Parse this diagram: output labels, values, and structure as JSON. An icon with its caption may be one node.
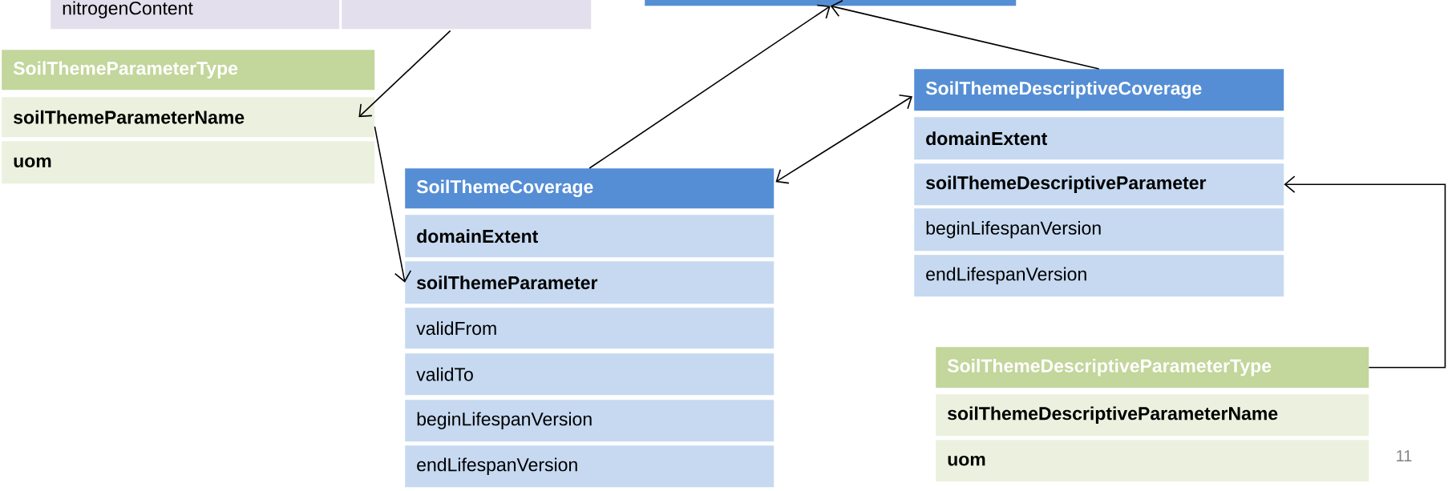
{
  "diagram": {
    "nodes": [
      {
        "text": [
          "nitrogenContent"
        ]
      },
      {
        "text": [],
        "shape": "box"
      },
      {
        "text": [],
        "shape": "box"
      },
      {
        "text": [
          "SoilThemeParameterType"
        ]
      },
      {
        "text": [
          "soilThemeParameterName"
        ]
      },
      {
        "text": [
          "uom"
        ]
      },
      {
        "text": [
          "SoilThemeCoverage"
        ]
      },
      {
        "text": [
          "domainExtent"
        ]
      },
      {
        "text": [
          "soilThemeParameter"
        ]
      },
      {
        "text": [
          "validFrom"
        ]
      },
      {
        "text": [
          "validTo"
        ]
      },
      {
        "text": [
          "beginLifespanVersion"
        ]
      },
      {
        "text": [
          "endLifespanVersion"
        ]
      },
      {
        "text": [
          "SoilThemeDescriptiveCoverage"
        ]
      },
      {
        "text": [
          "domainExtent"
        ]
      },
      {
        "text": [
          "soilThemeDescriptiveParameter"
        ]
      },
      {
        "text": [
          "beginLifespanVersion"
        ]
      },
      {
        "text": [
          "endLifespanVersion"
        ]
      },
      {
        "text": [
          "SoilThemeDescriptiveParameterType"
        ]
      },
      {
        "text": [
          "soilThemeDescriptiveParameterName"
        ]
      },
      {
        "text": [
          "uom"
        ]
      }
    ],
    "edges": [
      {
        "from": 1,
        "to": 4,
        "arrow": "to"
      },
      {
        "from": 4,
        "to": 8,
        "arrow": "to"
      },
      {
        "from": 6,
        "to": 2,
        "arrow": "to"
      },
      {
        "from": 13,
        "to": 2,
        "arrow": "to"
      },
      {
        "from": 6,
        "to": 13,
        "arrow": "both"
      },
      {
        "from": 18,
        "to": 15,
        "arrow": "to"
      }
    ],
    "labels": [
      "11"
    ]
  }
}
